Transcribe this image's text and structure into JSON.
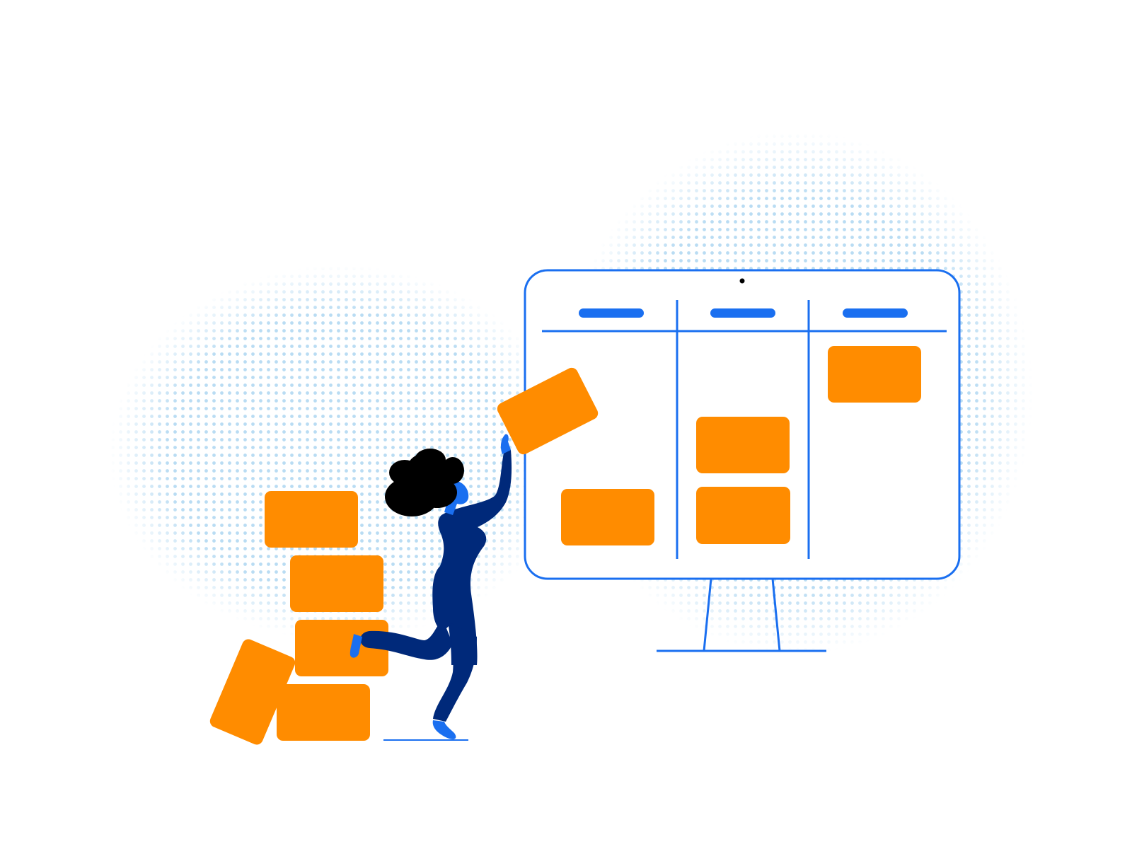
{
  "illustration": {
    "subject": "kanban-board-illustration",
    "colors": {
      "background": "#ffffff",
      "dot_pattern": "#b9dcf3",
      "board_stroke": "#1a6ff0",
      "card": "#ff8c00",
      "person_body": "#00297a",
      "person_skin": "#1a6ff0",
      "person_hair": "#000000"
    },
    "board": {
      "column_count": 3,
      "cards_per_column": [
        1,
        2,
        1
      ],
      "header_placeholders": 3
    },
    "stacked_cards": 5,
    "card_in_hand": 1
  }
}
